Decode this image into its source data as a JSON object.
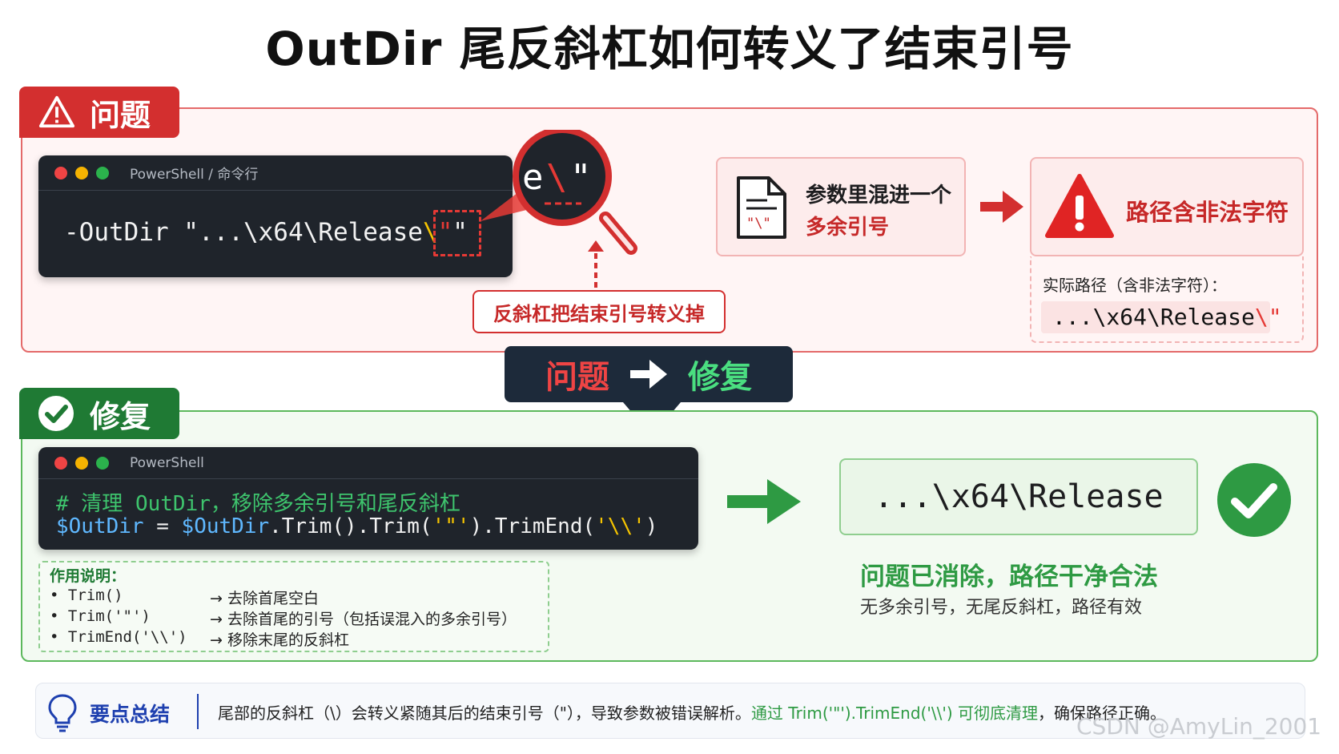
{
  "title": "OutDir 尾反斜杠如何转义了结束引号",
  "problem": {
    "tab_label": "问题",
    "terminal": {
      "title": "PowerShell / 命令行",
      "code_prefix": "-OutDir \"...\\x64\\Release",
      "code_backslash": "\\",
      "code_quote": "\"",
      "code_end": "\""
    },
    "magnifier": {
      "e": "e",
      "backslash": "\\",
      "quote": "\""
    },
    "escape_label": "反斜杠把结束引号转义掉",
    "extra_quote": {
      "doc_quote": "\"\\\"",
      "line1": "参数里混进一个",
      "line2": "多余引号"
    },
    "illegal": {
      "text": "路径含非法字符",
      "path_label": "实际路径（含非法字符）：",
      "path_prefix": "...\\x64\\Release",
      "path_backslash": "\\",
      "path_quote": "\""
    }
  },
  "banner": {
    "left": "问题",
    "right": "修复"
  },
  "fix": {
    "tab_label": "修复",
    "terminal": {
      "title": "PowerShell",
      "comment": "# 清理 OutDir，移除多余引号和尾反斜杠",
      "var1": "$OutDir",
      "eq": " = ",
      "var2": "$OutDir",
      "call1": ".Trim().Trim(",
      "arg1": "'\"'",
      "call2": ").TrimEnd(",
      "arg2": "'\\\\'",
      "call3": ")"
    },
    "explain": {
      "title": "作用说明：",
      "rows": [
        {
          "code": "• Trim()",
          "desc": "→  去除首尾空白"
        },
        {
          "code": "• Trim('\"')",
          "desc": "→  去除首尾的引号（包括误混入的多余引号）"
        },
        {
          "code": "• TrimEnd('\\\\')",
          "desc": "→  移除末尾的反斜杠"
        }
      ]
    },
    "result_path": "...\\x64\\Release",
    "result_head": "问题已消除，路径干净合法",
    "result_sub": "无多余引号，无尾反斜杠，路径有效"
  },
  "summary": {
    "label": "要点总结",
    "text_part1": "尾部的反斜杠（\\）会转义紧随其后的结束引号（\"），导致参数被错误解析。",
    "text_part2": "通过 Trim('\"').TrimEnd('\\\\') 可彻底清理",
    "text_part3": "，确保路径正确。"
  },
  "watermark": "CSDN @AmyLin_2001",
  "colors": {
    "problem_red": "#d32f2f",
    "fix_green": "#1f7a34",
    "banner_bg": "#1d2a3a",
    "summary_blue": "#1e40af"
  }
}
